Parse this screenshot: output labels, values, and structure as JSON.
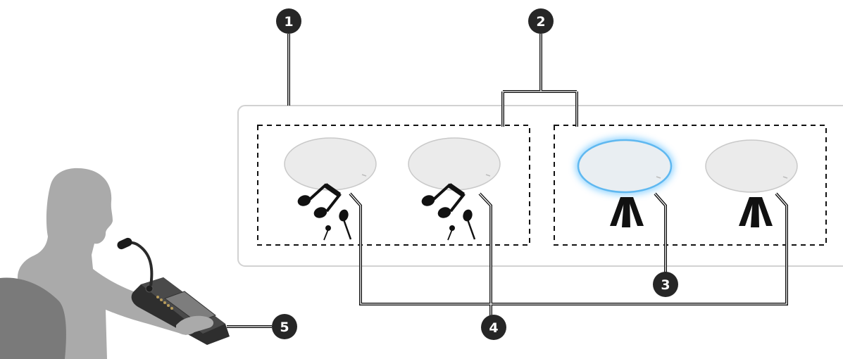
{
  "callouts": [
    {
      "id": "1",
      "label": "1"
    },
    {
      "id": "2",
      "label": "2"
    },
    {
      "id": "3",
      "label": "3"
    },
    {
      "id": "4",
      "label": "4"
    },
    {
      "id": "5",
      "label": "5"
    }
  ],
  "colors": {
    "line": "#111111",
    "callout_fill": "#262626",
    "speaker_fill": "#ebebeb",
    "speaker_stroke": "#c9c9c9",
    "highlight_glow": "#6ec6ff",
    "person": "#aaaaaa",
    "panel_border": "#d2d2d2",
    "console": "#3a3a3a"
  },
  "icons": [
    "person-silhouette",
    "paging-console",
    "ceiling-speaker",
    "music-notes-icon",
    "sound-waves-icon"
  ]
}
